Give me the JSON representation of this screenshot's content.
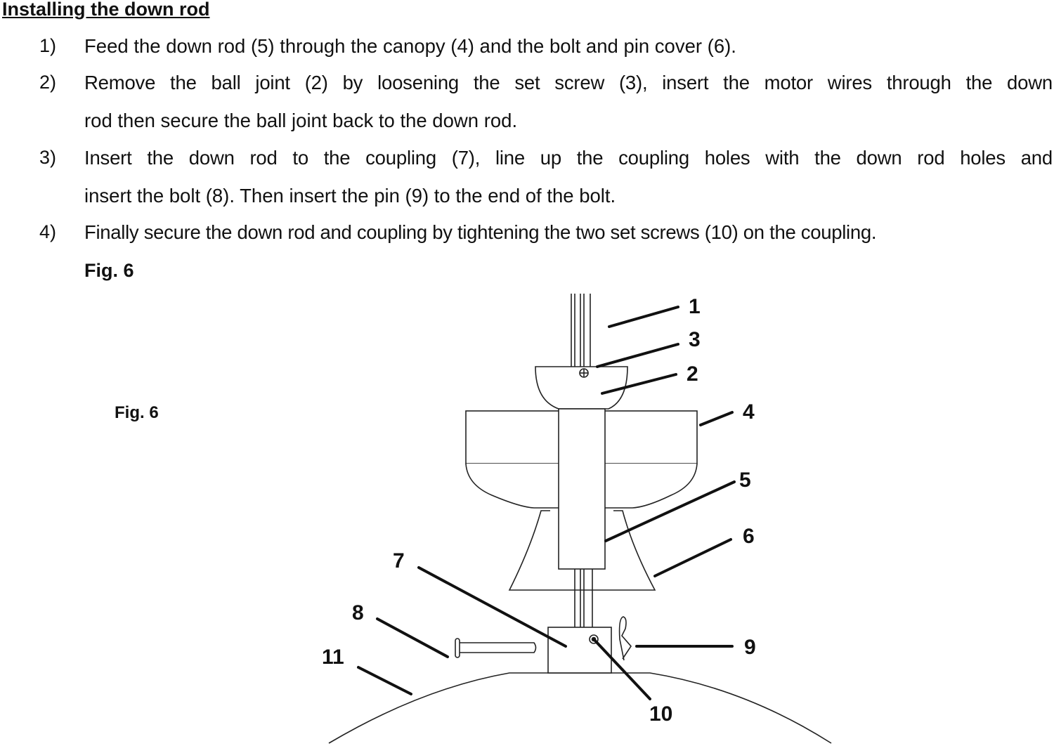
{
  "title": "Installing the down rod",
  "steps": [
    {
      "num": "1)",
      "lines": [
        "Feed the down rod (5) through the canopy (4) and the bolt and pin cover (6)."
      ]
    },
    {
      "num": "2)",
      "lines": [
        "Remove the ball joint (2) by loosening the set screw (3), insert the motor wires through the down",
        "rod then secure the ball joint back to the down rod."
      ]
    },
    {
      "num": "3)",
      "lines": [
        "Insert the down rod to the coupling (7), line up the coupling holes with the down rod holes and",
        "insert the bolt (8). Then insert the pin (9) to the end of the bolt."
      ]
    },
    {
      "num": "4)",
      "lines": [
        "Finally secure the down rod and coupling by tightening the two set screws (10) on the coupling."
      ]
    }
  ],
  "fig_caption": "Fig. 6",
  "figure": {
    "inner_caption": "Fig. 6",
    "labels": [
      "1",
      "2",
      "3",
      "4",
      "5",
      "6",
      "7",
      "8",
      "9",
      "10",
      "11"
    ]
  }
}
